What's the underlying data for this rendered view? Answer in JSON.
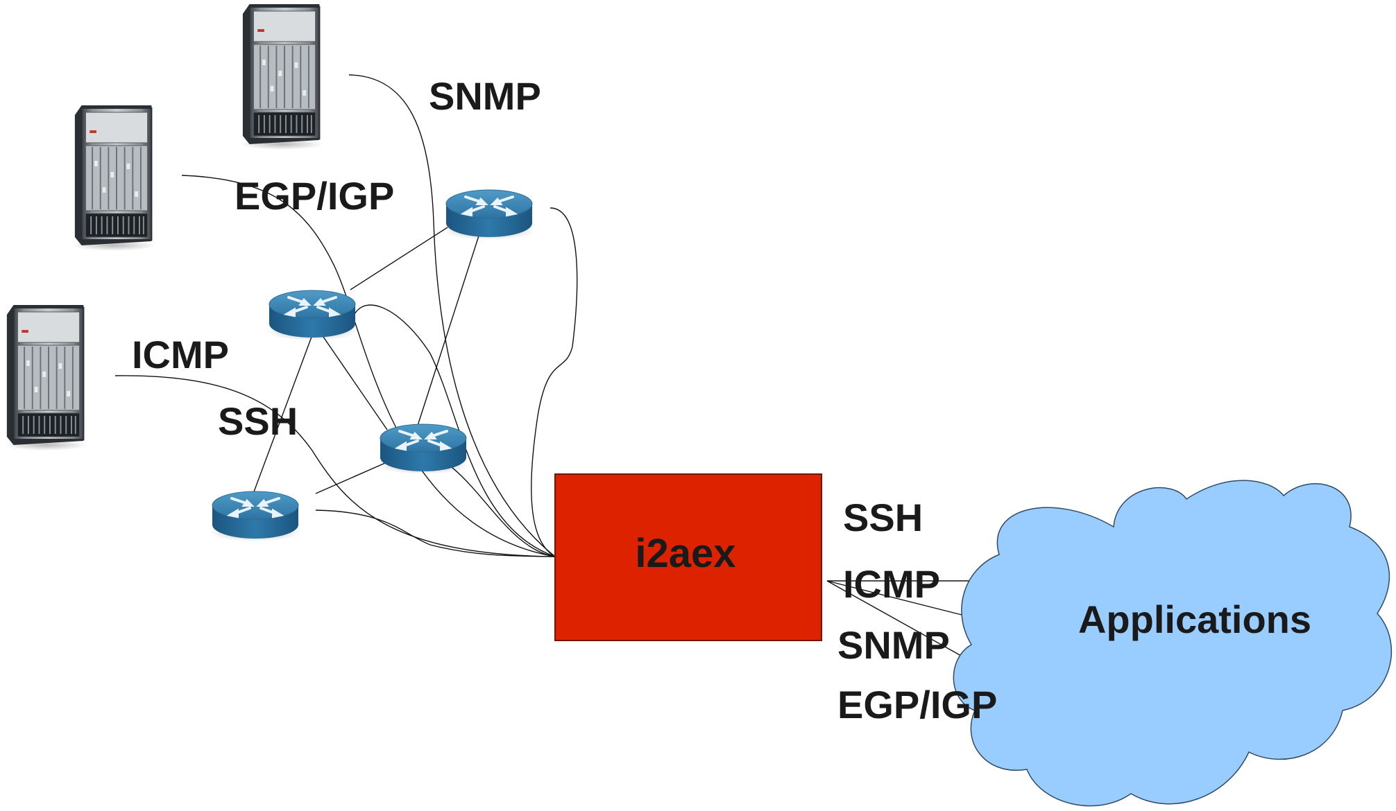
{
  "left_protocols": {
    "snmp": "SNMP",
    "egp_igp": "EGP/IGP",
    "icmp": "ICMP",
    "ssh": "SSH"
  },
  "center_box": {
    "label": "i2aex",
    "color": "#dd2200"
  },
  "right_protocols": {
    "ssh": "SSH",
    "icmp": "ICMP",
    "snmp": "SNMP",
    "egp_igp": "EGP/IGP"
  },
  "cloud": {
    "label": "Applications",
    "color": "#99ccff"
  },
  "icons": {
    "chassis": "network-switch-chassis-icon",
    "router": "router-icon"
  },
  "colors": {
    "router_top": "#3f86b3",
    "router_side": "#23628e",
    "chassis_body": "#6a6f75"
  }
}
